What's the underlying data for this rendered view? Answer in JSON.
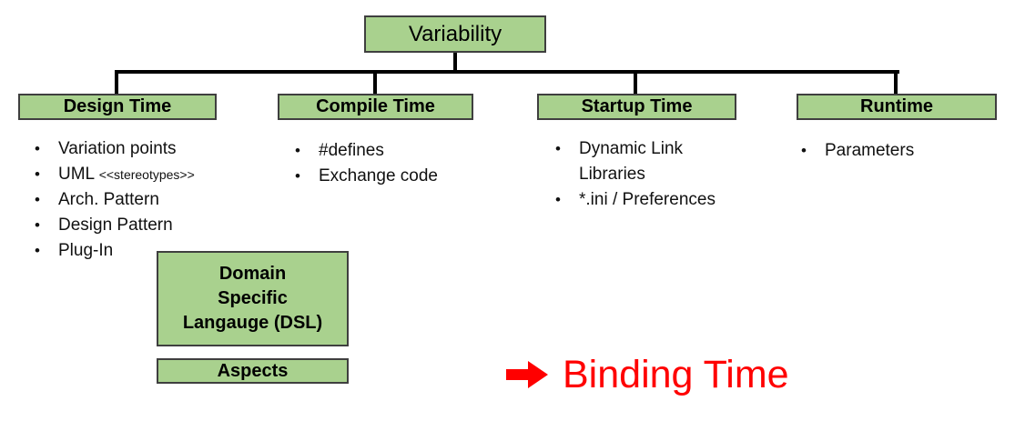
{
  "title_box": "Variability",
  "glyphs": {
    "bullet": "•"
  },
  "columns": [
    {
      "header": "Design Time",
      "items": [
        {
          "text": "Variation points"
        },
        {
          "text": "UML",
          "small": "<<stereotypes>>"
        },
        {
          "text": "Arch. Pattern"
        },
        {
          "text": "Design Pattern"
        },
        {
          "text": "Plug-In"
        }
      ]
    },
    {
      "header": "Compile Time",
      "items": [
        {
          "text": "#defines"
        },
        {
          "text": "Exchange code"
        }
      ]
    },
    {
      "header": "Startup Time",
      "items": [
        {
          "text": "Dynamic Link Libraries"
        },
        {
          "text": "*.ini / Preferences"
        }
      ]
    },
    {
      "header": "Runtime",
      "items": [
        {
          "text": "Parameters"
        }
      ]
    }
  ],
  "dsl_box": {
    "lines": [
      "Domain",
      "Specific",
      "Langauge (DSL)"
    ]
  },
  "aspects_box": {
    "label": "Aspects"
  },
  "annotation": {
    "label": "Binding Time"
  },
  "colors": {
    "box_fill": "#A9D18E",
    "box_border": "#3F3F3F",
    "connector_line": "#000000",
    "accent_red": "#FF0000"
  }
}
